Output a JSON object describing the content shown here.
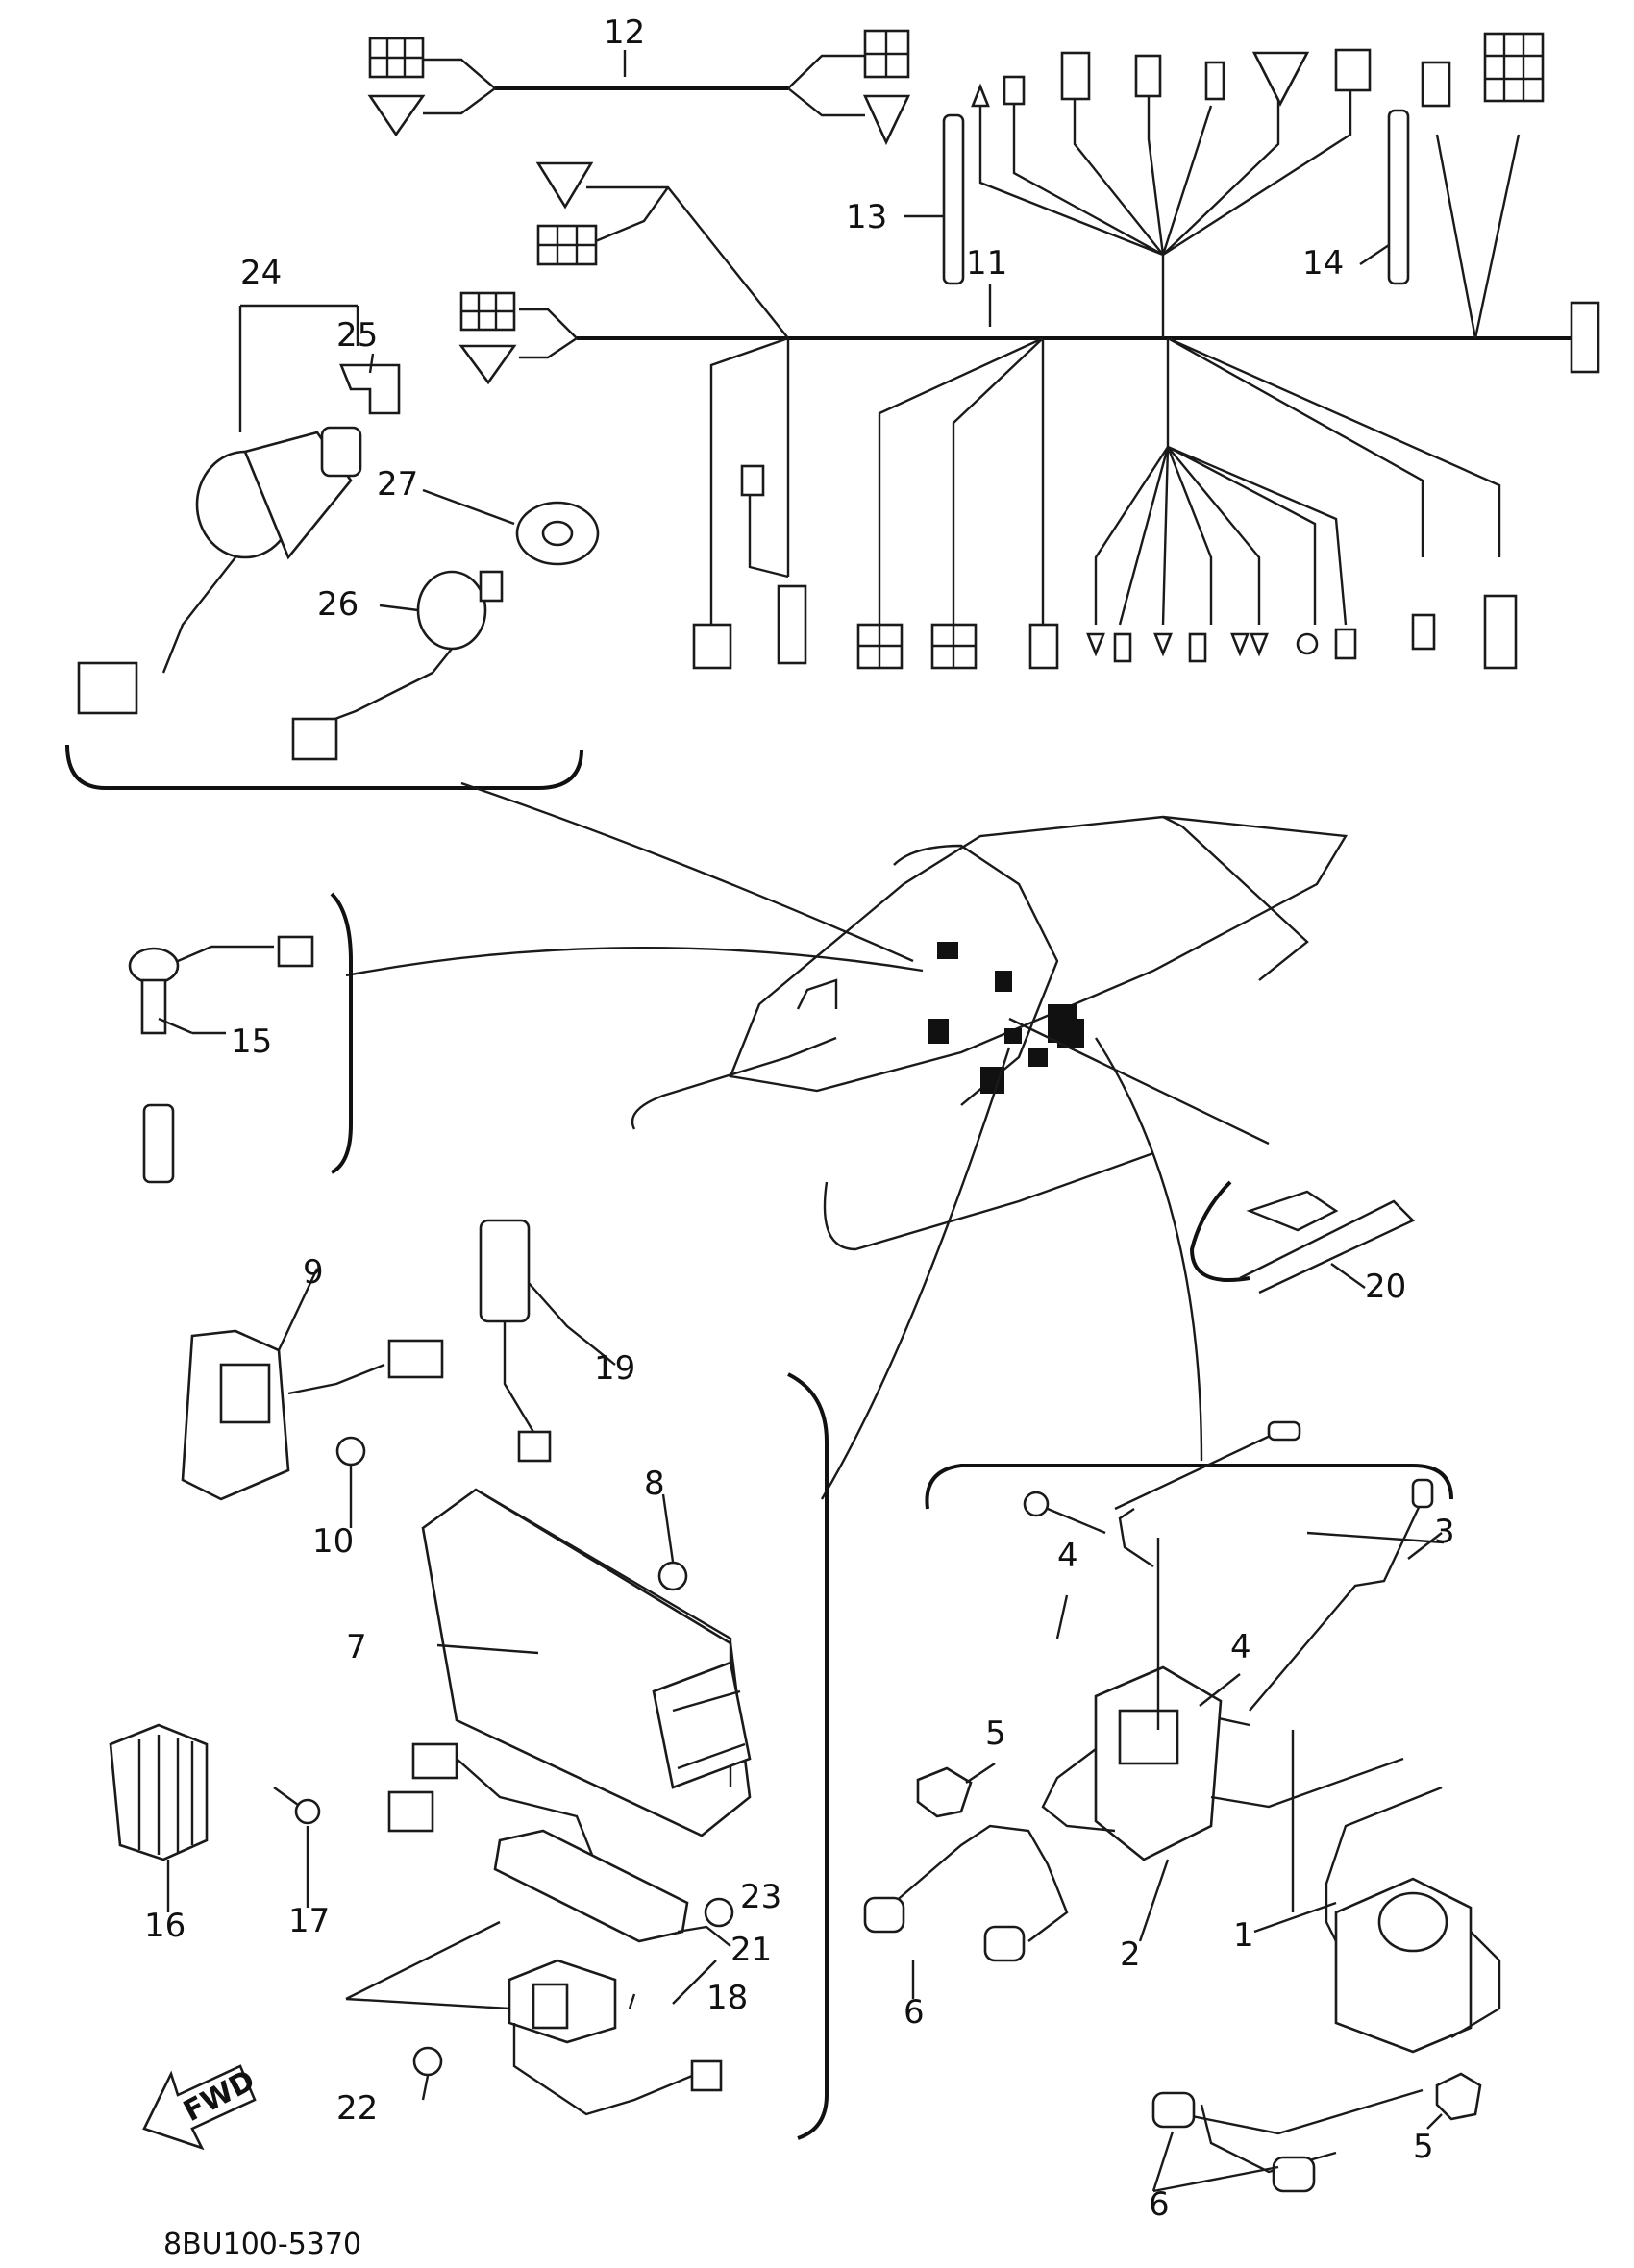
{
  "diagram_code": "8BU100-5370",
  "fwd_label": "FWD",
  "callouts": {
    "c1": "1",
    "c2": "2",
    "c3": "3",
    "c4a": "4",
    "c4b": "4",
    "c5a": "5",
    "c5b": "5",
    "c6a": "6",
    "c6b": "6",
    "c7": "7",
    "c8": "8",
    "c9": "9",
    "c10": "10",
    "c11": "11",
    "c12": "12",
    "c13": "13",
    "c14": "14",
    "c15": "15",
    "c16": "16",
    "c17": "17",
    "c18": "18",
    "c19": "19",
    "c20": "20",
    "c21": "21",
    "c22": "22",
    "c23": "23",
    "c24": "24",
    "c25": "25",
    "c26": "26",
    "c27": "27"
  }
}
